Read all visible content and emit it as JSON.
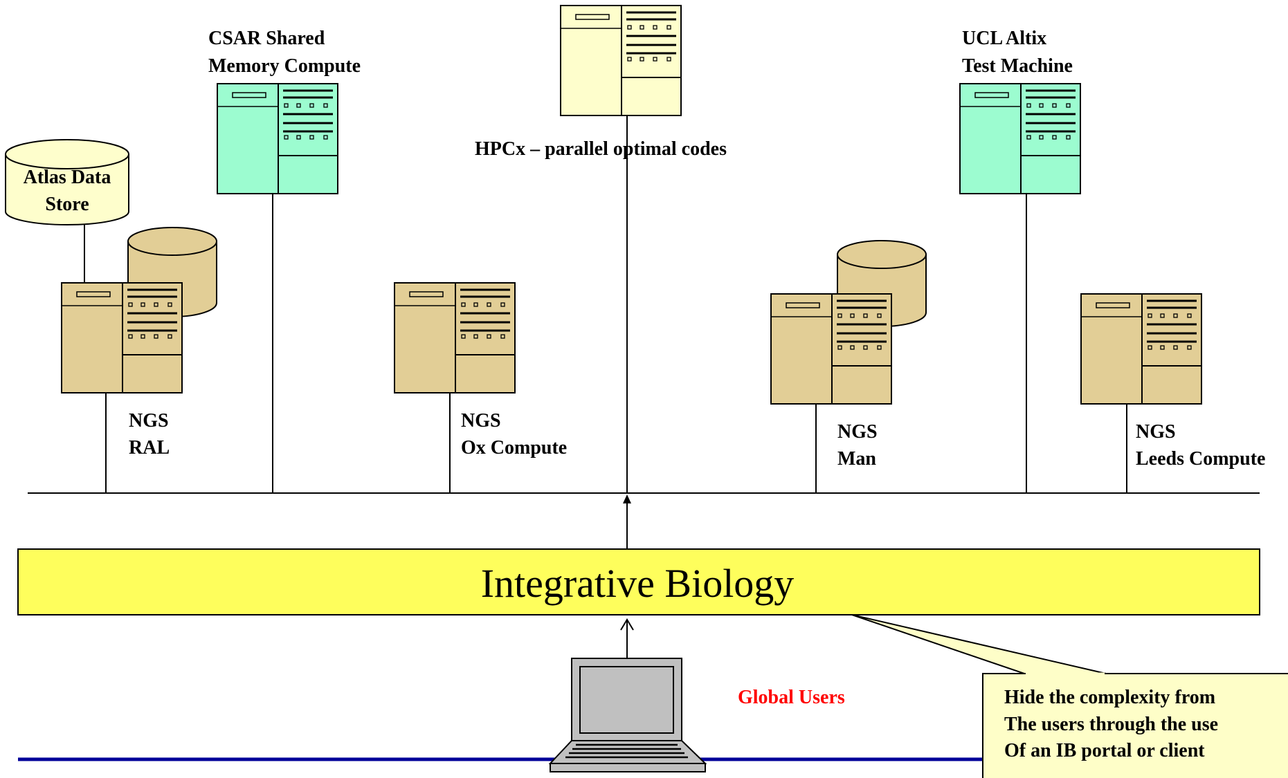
{
  "colors": {
    "tan": "#e2ce96",
    "mint": "#9cfcd0",
    "cream": "#fefecc",
    "yellow": "#fefe5c",
    "callout": "#fefec8",
    "user_label": "#ff0000",
    "bottom_line": "#000099",
    "laptop_screen": "#c0c0c0"
  },
  "labels": {
    "hpcx": "HPCx – parallel optimal codes",
    "csar_1": "CSAR Shared",
    "csar_2": "Memory Compute",
    "ucl_1": "UCL Altix",
    "ucl_2": "Test Machine",
    "atlas_1": "Atlas Data",
    "atlas_2": "Store",
    "ngs_ral_1": "NGS",
    "ngs_ral_2": "RAL",
    "ngs_ox_1": "NGS",
    "ngs_ox_2": "Ox Compute",
    "ngs_man_1": "NGS",
    "ngs_man_2": "Man",
    "ngs_leeds_1": "NGS",
    "ngs_leeds_2": "Leeds Compute",
    "ib": "Integrative Biology",
    "global_users": "Global Users",
    "callout_1": "Hide the complexity from",
    "callout_2": "The users through the use",
    "callout_3": "Of an IB portal or client"
  }
}
